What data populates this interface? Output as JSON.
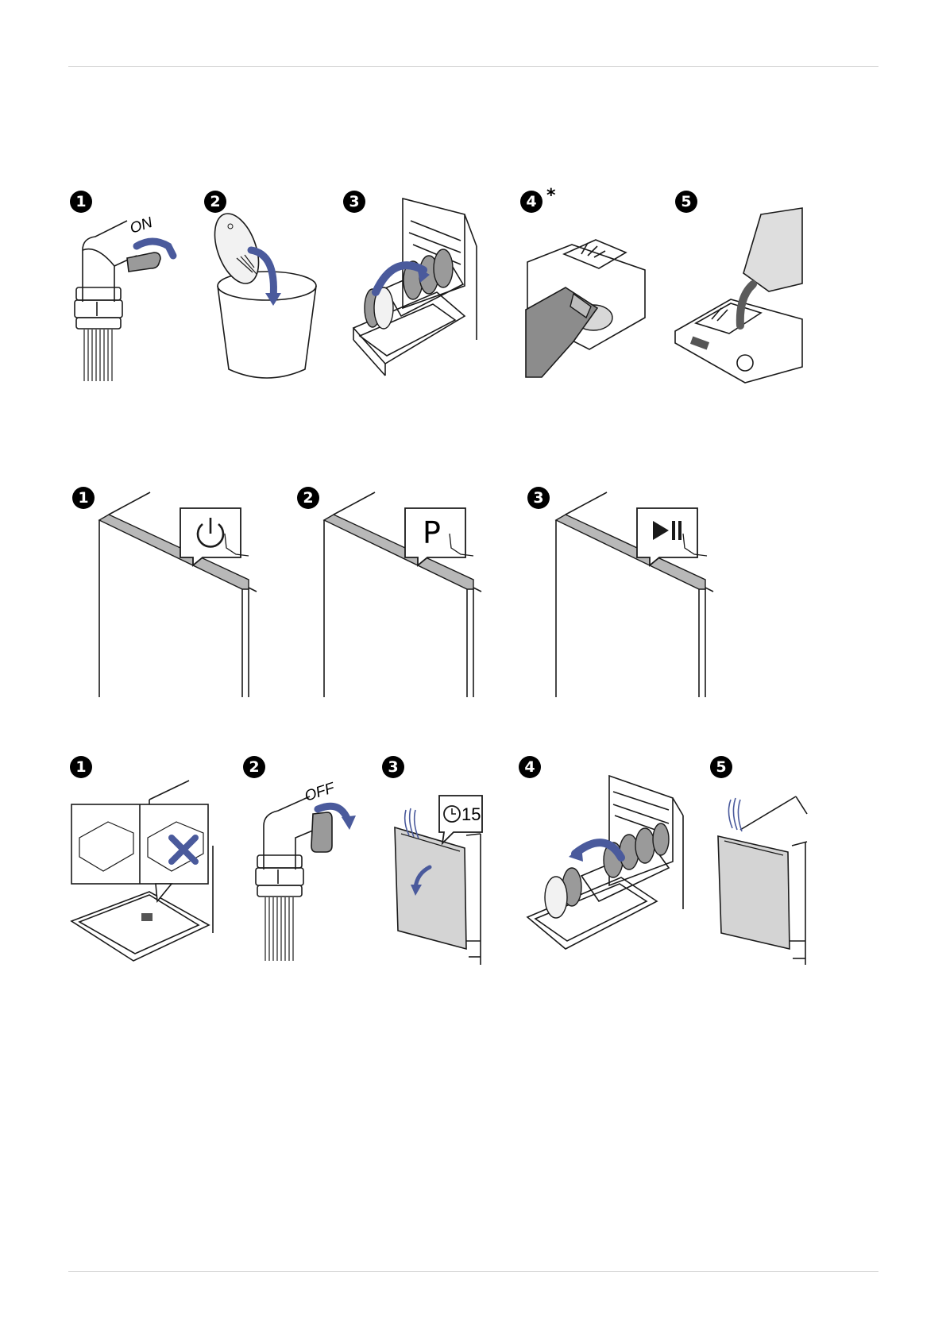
{
  "sections": [
    {
      "steps": [
        {
          "number": "1",
          "icon": "tap-turn-on-icon",
          "label": "ON"
        },
        {
          "number": "2",
          "icon": "empty-filter-into-bin-icon"
        },
        {
          "number": "3",
          "icon": "load-dishes-into-basket-icon"
        },
        {
          "number": "4",
          "icon": "fill-rinse-aid-dispenser-icon",
          "note_marker": "*"
        },
        {
          "number": "5",
          "icon": "pour-detergent-into-dispenser-icon"
        }
      ]
    },
    {
      "steps": [
        {
          "number": "1",
          "icon": "press-power-button-icon"
        },
        {
          "number": "2",
          "icon": "press-program-button-icon",
          "label": "P"
        },
        {
          "number": "3",
          "icon": "press-start-pause-button-icon"
        }
      ]
    },
    {
      "steps": [
        {
          "number": "1",
          "icon": "check-dispenser-icon"
        },
        {
          "number": "2",
          "icon": "tap-turn-off-icon",
          "label": "OFF"
        },
        {
          "number": "3",
          "icon": "open-door-wait-icon",
          "label": "15"
        },
        {
          "number": "4",
          "icon": "unload-dishes-icon"
        },
        {
          "number": "5",
          "icon": "dishwasher-door-ajar-icon"
        }
      ]
    }
  ],
  "colors": {
    "accent": "#4a5a9c",
    "line": "#1a1a1a",
    "rule": "#cfcfcf",
    "grey_fill": "#9a9a9a"
  }
}
